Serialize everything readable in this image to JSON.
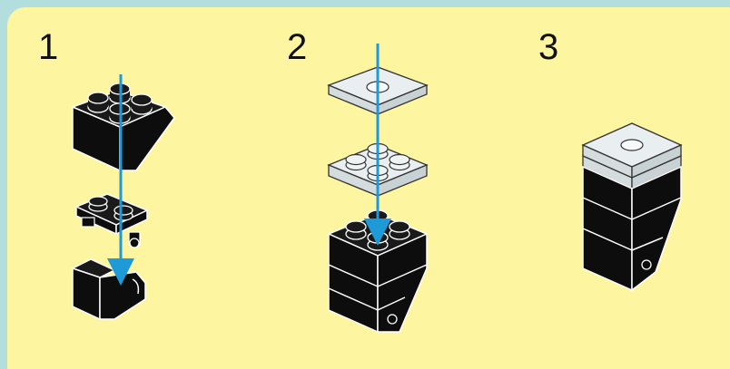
{
  "steps": [
    {
      "number": "1"
    },
    {
      "number": "2"
    },
    {
      "number": "3"
    }
  ],
  "colors": {
    "background_outer": "#b3dede",
    "panel": "#fdf5a0",
    "brick_black": "#0d0d0d",
    "brick_clear": "#e9eef0",
    "arrow_blue": "#1f9ad8"
  },
  "icons": {
    "step1": [
      "black-2x2-slope-brick",
      "black-plate-with-clip",
      "black-bracket-piece",
      "insert-arrow"
    ],
    "step2": [
      "clear-2x2-tile",
      "clear-2x2-plate",
      "black-2x2-brick-stack",
      "insert-arrow"
    ],
    "step3": [
      "assembled-figure"
    ]
  }
}
